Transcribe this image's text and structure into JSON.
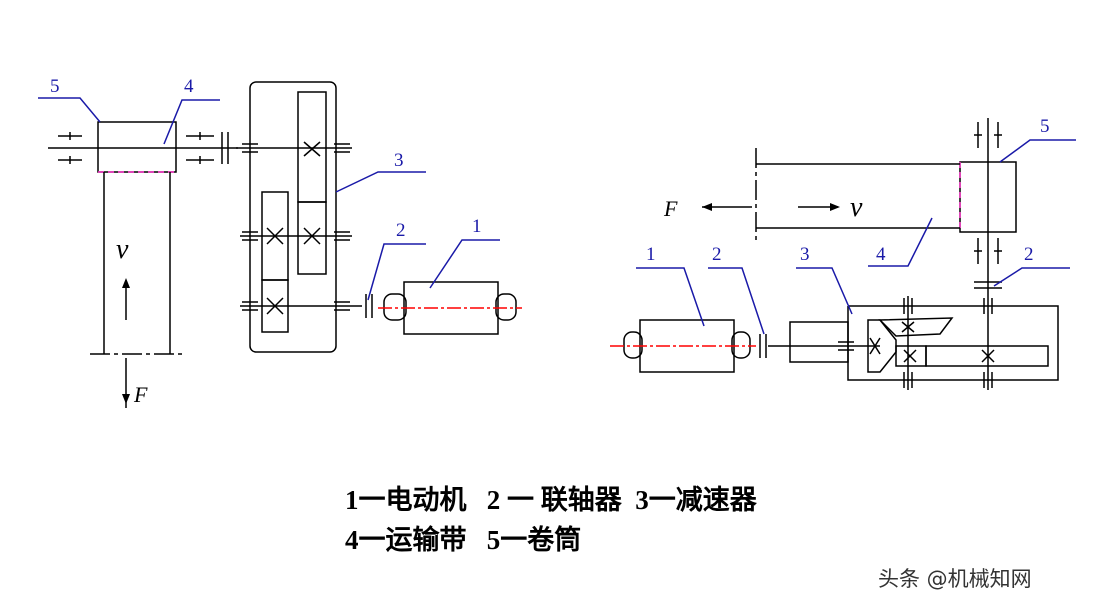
{
  "callouts": {
    "left": {
      "c1": "1",
      "c2": "2",
      "c3": "3",
      "c4": "4",
      "c5": "5"
    },
    "right": {
      "c1": "1",
      "c2": "2",
      "c3": "3",
      "c4": "4",
      "c5": "5"
    }
  },
  "symbols": {
    "force": "F",
    "velocity": "v"
  },
  "legend": {
    "row1": [
      "1一电动机",
      "   2 一 联轴器",
      "  3一减速器"
    ],
    "row2": [
      "4一运输带",
      "   5一卷筒"
    ]
  },
  "watermark": "头条 @机械知网",
  "colors": {
    "callout": "#1a1aa8",
    "centerline": "#ff0000",
    "hidden": "#ff33cc",
    "line": "#000000"
  }
}
